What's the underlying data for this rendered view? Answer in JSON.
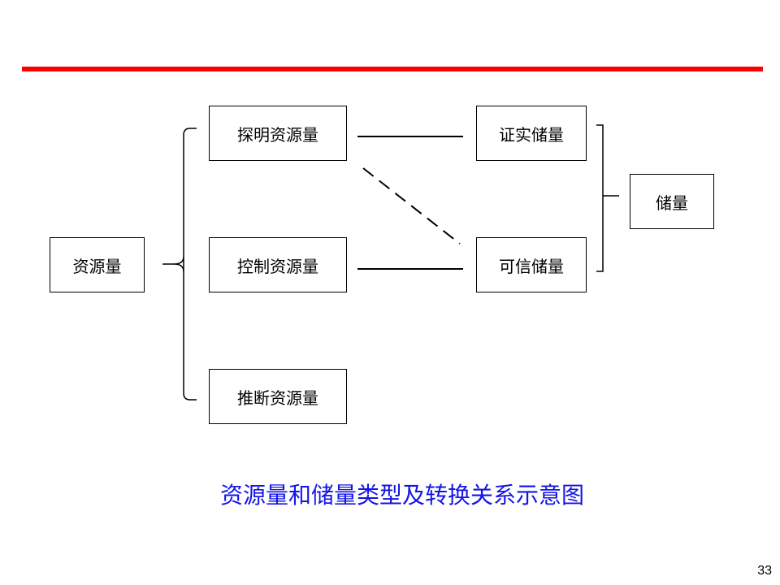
{
  "diagram": {
    "nodes": {
      "resources": "资源量",
      "explored": "探明资源量",
      "controlled": "控制资源量",
      "inferred": "推断资源量",
      "proven": "证实储量",
      "probable": "可信储量",
      "reserves": "储量"
    },
    "edges": [
      {
        "from": "explored",
        "to": "proven",
        "style": "solid"
      },
      {
        "from": "controlled",
        "to": "probable",
        "style": "solid"
      },
      {
        "from": "explored",
        "to": "probable",
        "style": "dashed"
      }
    ]
  },
  "caption": "资源量和储量类型及转换关系示意图",
  "page_number": "33",
  "colors": {
    "rule": "#ff0000",
    "caption": "#1414e6",
    "line": "#000000"
  }
}
